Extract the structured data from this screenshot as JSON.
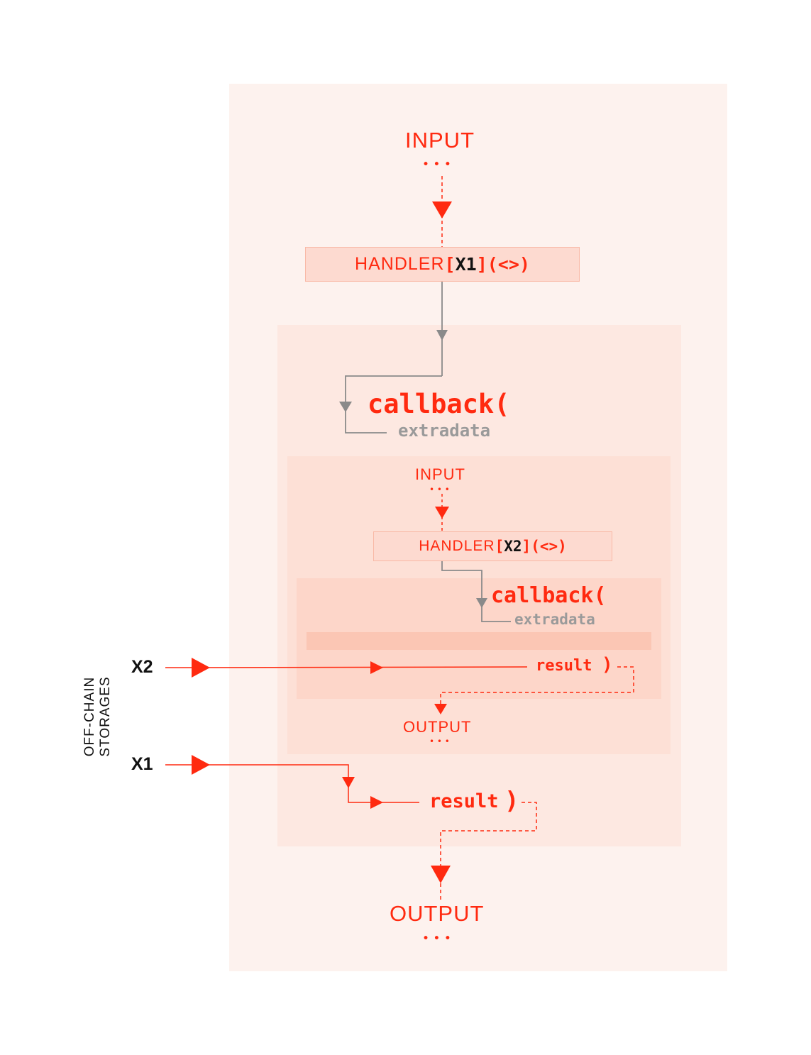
{
  "outer": {
    "input_label": "INPUT",
    "input_dots": "• • •",
    "handler": {
      "keyword": "HANDLER",
      "open": "[",
      "arg": "X1",
      "close": "]",
      "tail": "(<>)"
    },
    "callback": "callback(",
    "extradata": "extradata",
    "result": "result",
    "result_paren": ")",
    "output_label": "OUTPUT",
    "output_dots": "• • •"
  },
  "inner": {
    "input_label": "INPUT",
    "input_dots": "• • •",
    "handler": {
      "keyword": "HANDLER",
      "open": "[",
      "arg": "X2",
      "close": "]",
      "tail": "(<>)"
    },
    "callback": "callback(",
    "extradata": "extradata",
    "result": "result",
    "result_paren": ")",
    "output_label": "OUTPUT",
    "output_dots": "• • •"
  },
  "storages": {
    "label_line1": "OFF-CHAIN",
    "label_line2": "STORAGES",
    "x2": "X2",
    "x1": "X1"
  },
  "colors": {
    "accent": "#ff2a10",
    "grey_line": "#8a8a8a",
    "outer_panel": "#fdf2ee",
    "middle_panel": "#fde8e1",
    "inner_panel": "#fde0d6",
    "inner2_panel": "#fdd6c9"
  }
}
